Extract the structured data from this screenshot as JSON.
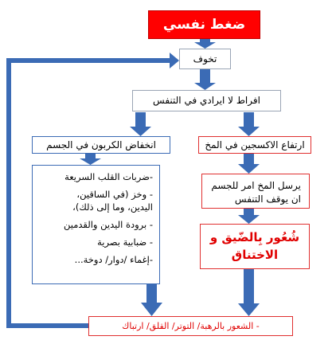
{
  "title": "ضغط نفسي",
  "fear": "تخوف",
  "hyperventilation": "افراط لا ايرادي في التنفس",
  "co2_drop": "انخفاض الكربون في الجسم",
  "o2_rise": "ارتفاع الاكسجين في المخ",
  "symptoms": [
    "-ضربات القلب السريعة",
    "- وخز (في الساقين،",
    "اليدين، وما إلى ذلك)،",
    "-  برودة اليدين والقدمين",
    "-  ضبابية بصرية",
    "-إغماء /دوار/ دوخة..."
  ],
  "brain_signal": "يرسل المخ امر للجسم ان يوقف التنفس",
  "choking": "شُعُور بِالضّيق و الاختناق",
  "feeling": "- الشعور بالرهبة/ التوتر/ القلق/ ارتباك",
  "colors": {
    "title_bg": "#ff0000",
    "blue_arrow": "#3b6bb5",
    "red_text": "#e00000"
  }
}
